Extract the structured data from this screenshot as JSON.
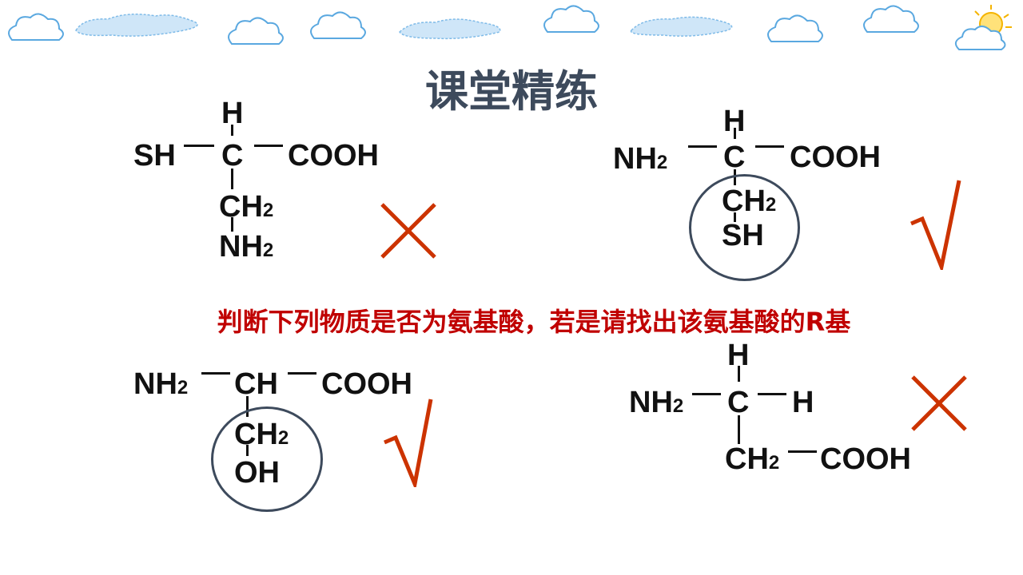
{
  "slide": {
    "title": "课堂精练",
    "question": "判断下列物质是否为氨基酸，若是请找出该氨基酸的R基"
  },
  "structures": {
    "s1": {
      "top_atom": "H",
      "left_group": "SH",
      "center_atom": "C",
      "right_group": "COOH",
      "side_chain_1": "CH",
      "side_chain_1_sub": "2",
      "side_chain_2": "NH",
      "side_chain_2_sub": "2",
      "verdict": "×"
    },
    "s2": {
      "top_atom": "H",
      "left_group": "NH",
      "left_group_sub": "2",
      "center_atom": "C",
      "right_group": "COOH",
      "side_chain_1": "CH",
      "side_chain_1_sub": "2",
      "side_chain_2": "SH",
      "verdict": "√"
    },
    "s3": {
      "left_group": "NH",
      "left_group_sub": "2",
      "center_atom": "CH",
      "right_group": "COOH",
      "side_chain_1": "CH",
      "side_chain_1_sub": "2",
      "side_chain_2": "OH",
      "verdict": "√"
    },
    "s4": {
      "top_atom": "H",
      "left_group": "NH",
      "left_group_sub": "2",
      "center_atom": "C",
      "right_group": "H",
      "side_chain_1": "CH",
      "side_chain_1_sub": "2",
      "side_chain_tail": "COOH",
      "verdict": "×"
    }
  },
  "colors": {
    "question_red": "#c00000",
    "title_slate": "#3d4a5c",
    "mark_red": "#cc3300",
    "cloud_blue": "#5aa8e0"
  },
  "decor": {
    "banner": [
      "cloud-icon",
      "sparkle-cloud-icon",
      "sun-cloud-icon"
    ]
  }
}
